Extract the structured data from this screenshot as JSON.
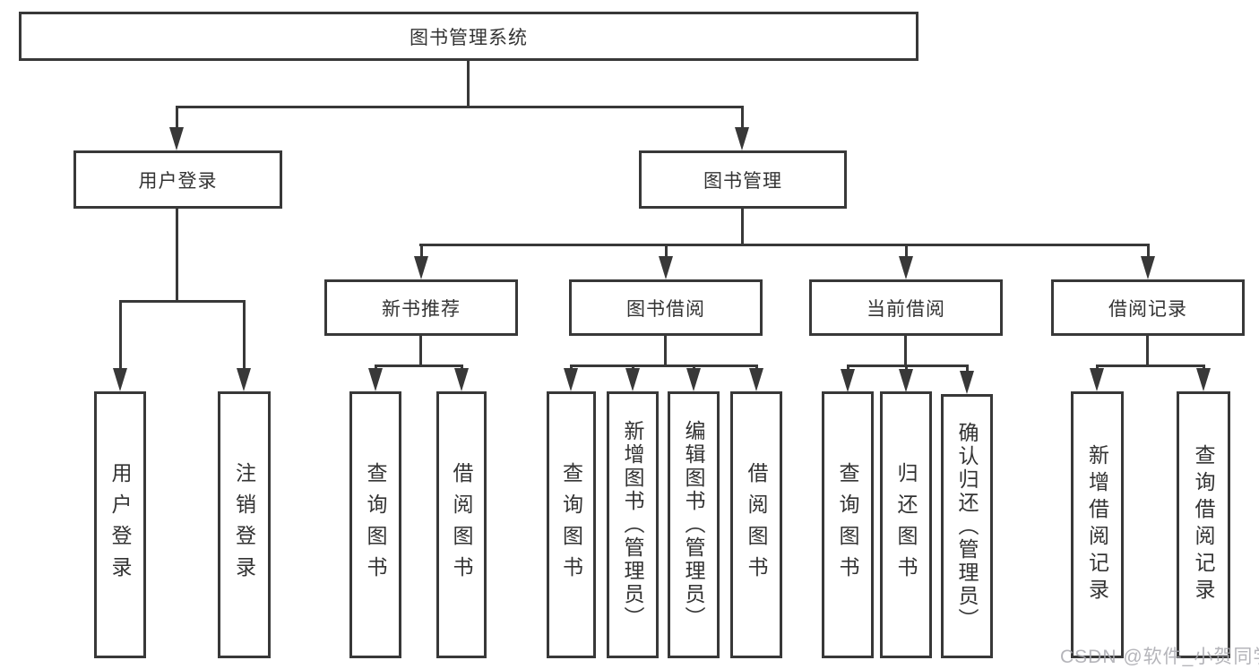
{
  "diagram": {
    "title": "图书管理系统",
    "tree": {
      "label": "图书管理系统",
      "children": [
        {
          "label": "用户登录",
          "children": [
            {
              "label": "用户登录"
            },
            {
              "label": "注销登录"
            }
          ]
        },
        {
          "label": "图书管理",
          "children": [
            {
              "label": "新书推荐",
              "children": [
                {
                  "label": "查询图书"
                },
                {
                  "label": "借阅图书"
                }
              ]
            },
            {
              "label": "图书借阅",
              "children": [
                {
                  "label": "查询图书"
                },
                {
                  "label": "新增图书（管理员）"
                },
                {
                  "label": "编辑图书（管理员）"
                },
                {
                  "label": "借阅图书"
                }
              ]
            },
            {
              "label": "当前借阅",
              "children": [
                {
                  "label": "查询图书"
                },
                {
                  "label": "归还图书"
                },
                {
                  "label": "确认归还（管理员）"
                }
              ]
            },
            {
              "label": "借阅记录",
              "children": [
                {
                  "label": "新增借阅记录"
                },
                {
                  "label": "查询借阅记录"
                }
              ]
            }
          ]
        }
      ]
    },
    "colors": {
      "line": "#383838",
      "box_background": "#ffffff",
      "text": "#333333",
      "watermark": "#a8a8ae"
    }
  },
  "watermark": {
    "text": "CSDN @软件_小贺同学"
  }
}
